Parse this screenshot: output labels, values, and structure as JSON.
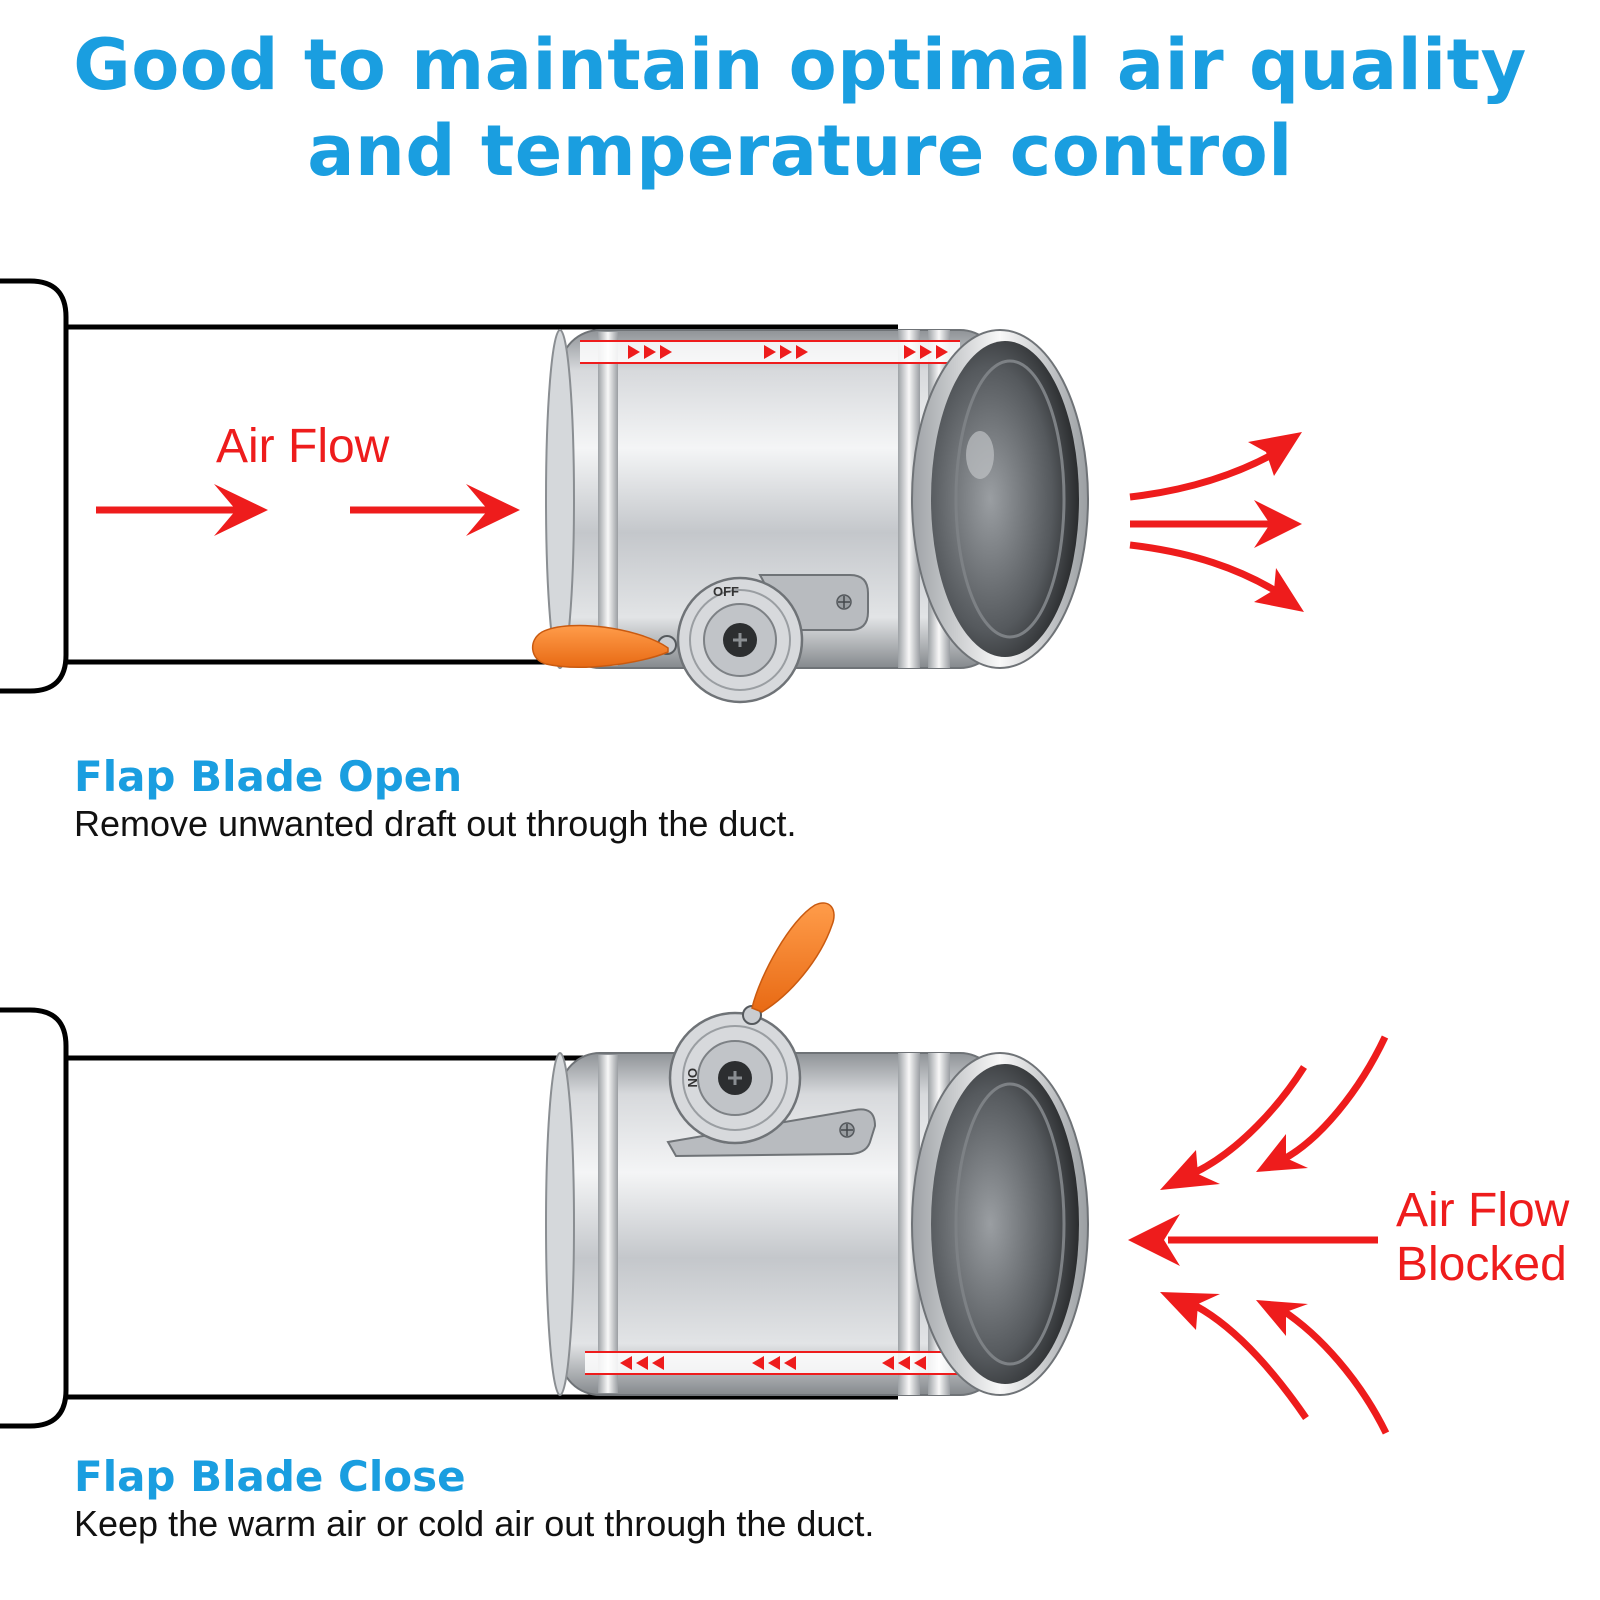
{
  "headline": {
    "line1": "Good to maintain optimal air quality",
    "line2": "and temperature control"
  },
  "open_panel": {
    "flow_label": "Air Flow",
    "dial_label": "OFF",
    "title": "Flap Blade Open",
    "description": "Remove unwanted draft out through the duct."
  },
  "closed_panel": {
    "flow_label_line1": "Air Flow",
    "flow_label_line2": "Blocked",
    "dial_label": "ON",
    "title": "Flap Blade Close",
    "description": "Keep the warm air or cold air out through the duct."
  },
  "colors": {
    "headline": "#1a9ee0",
    "arrows": "#ee1c1c",
    "handle": "#f7822a",
    "metal": "#c9ccd0",
    "outline": "#000000"
  }
}
